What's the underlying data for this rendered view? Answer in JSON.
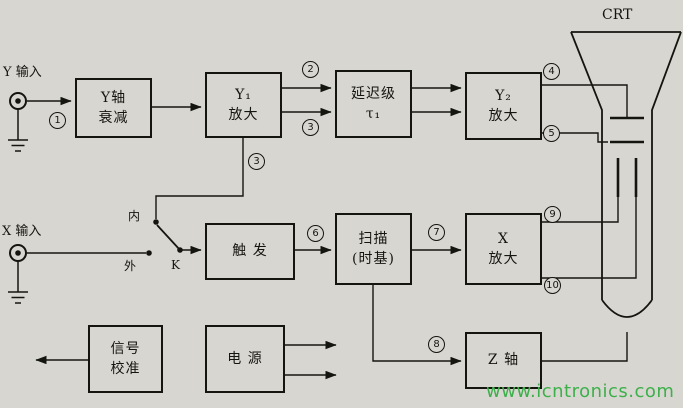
{
  "colors": {
    "paper": "#d8d6d1",
    "ink": "#15150f",
    "watermark_green": "#3db04b"
  },
  "labels": {
    "y_input": "Y 输入",
    "x_input": "X 输入",
    "internal": "内",
    "external": "外",
    "switch": "K",
    "crt": "CRT",
    "watermark": "www.icntronics.com"
  },
  "blocks": {
    "y_attenuator": {
      "line1": "Y轴",
      "line2": "衰减"
    },
    "y1_amplifier": {
      "line1": "Y₁",
      "line2": "放大"
    },
    "delay_stage": {
      "line1": "延迟级",
      "line2": "τ₁"
    },
    "y2_amplifier": {
      "line1": "Y₂",
      "line2": "放大"
    },
    "trigger": {
      "line1": "触 发",
      "line2": ""
    },
    "sweep": {
      "line1": "扫描",
      "line2": "(时基)"
    },
    "x_amplifier": {
      "line1": "X",
      "line2": "放大"
    },
    "z_axis": {
      "line1": "Z 轴",
      "line2": ""
    },
    "calibrator": {
      "line1": "信号",
      "line2": "校准"
    },
    "power": {
      "line1": "电 源",
      "line2": ""
    }
  },
  "test_points": {
    "p1": "1",
    "p2": "2",
    "p3a": "3",
    "p3b": "3",
    "p4": "4",
    "p5": "5",
    "p6": "6",
    "p7": "7",
    "p8": "8",
    "p9": "9",
    "p10": "10"
  }
}
